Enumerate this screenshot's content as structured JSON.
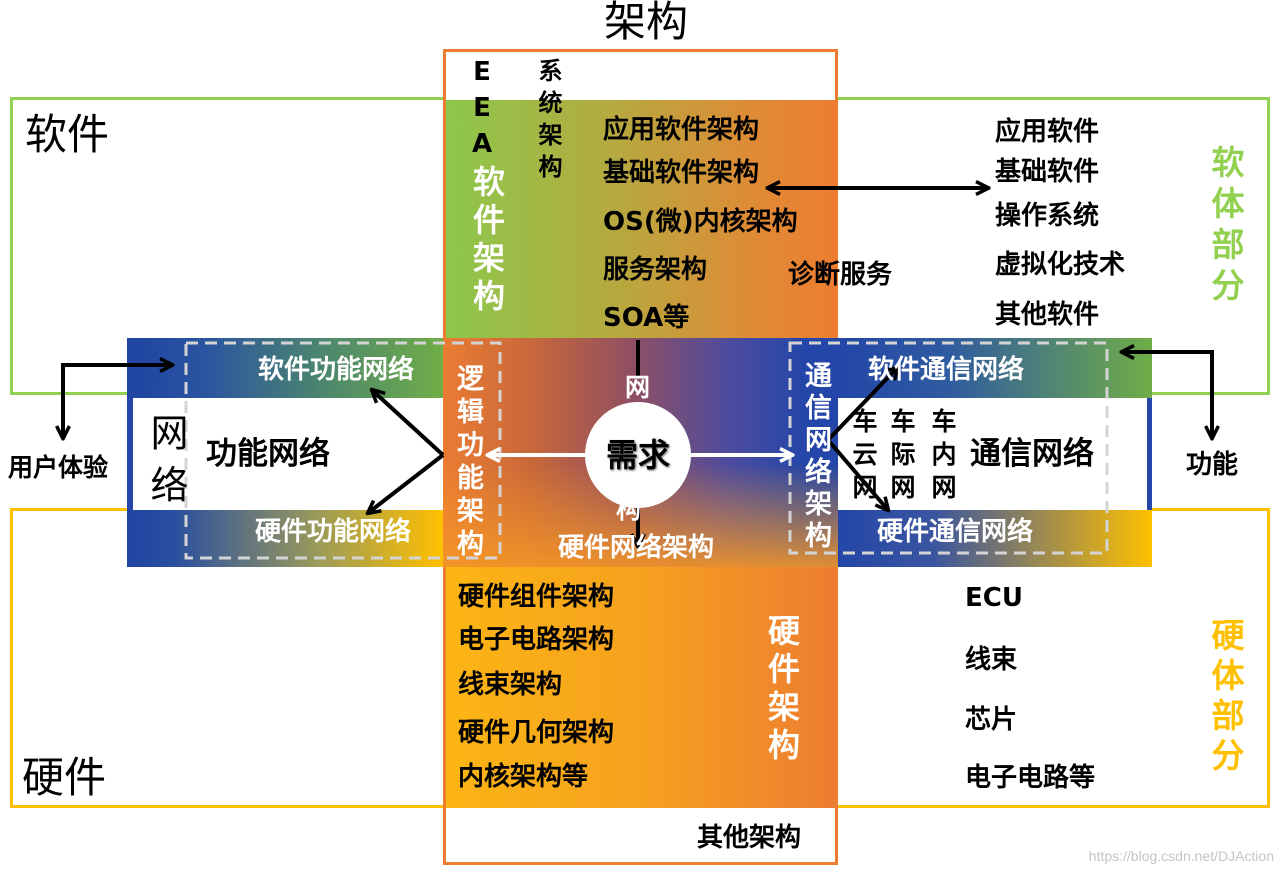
{
  "title": "架构",
  "left_labels": {
    "software": "软件",
    "hardware": "硬件",
    "user_experience": "用户体验"
  },
  "right_labels": {
    "software_part": "软体部分",
    "hardware_part": "硬体部分",
    "function": "功能"
  },
  "eea_column": {
    "eea": "EEA",
    "system_architecture": "系统架构",
    "software_architecture": {
      "label": "软件架构",
      "items": [
        "应用软件架构",
        "基础软件架构",
        "OS(微)内核架构",
        "服务架构",
        "SOA等"
      ],
      "side_note": "诊断服务"
    },
    "hardware_architecture": {
      "label": "硬件架构",
      "items": [
        "硬件组件架构",
        "电子电路架构",
        "线束架构",
        "硬件几何架构",
        "内核架构等"
      ]
    },
    "other_architecture": "其他架构"
  },
  "software_list": [
    "应用软件",
    "基础软件",
    "操作系统",
    "虚拟化技术",
    "其他软件"
  ],
  "hardware_list": [
    "ECU",
    "线束",
    "芯片",
    "电子电路等"
  ],
  "network": {
    "label": "网络",
    "functional_network": "功能网络",
    "software_functional_network": "软件功能网络",
    "hardware_functional_network": "硬件功能网络",
    "logical_function_architecture": "逻辑功能架构",
    "communication_network_architecture": "通信网络架构",
    "software_communication_network": "软件通信网络",
    "hardware_communication_network": "硬件通信网络",
    "communication_network": "通信网络",
    "sub_networks": [
      "车云网",
      "车际网",
      "车内网"
    ],
    "hardware_network_architecture": "硬件网络架构",
    "network_arch_top_char": "网",
    "network_arch_bottom_char": "构"
  },
  "center": {
    "requirement": "需求"
  },
  "colors": {
    "software": "#92D050",
    "hardware": "#FFC000",
    "architecture": "#ED7D31",
    "network": "#2346A8"
  },
  "watermark": "https://blog.csdn.net/DJAction"
}
